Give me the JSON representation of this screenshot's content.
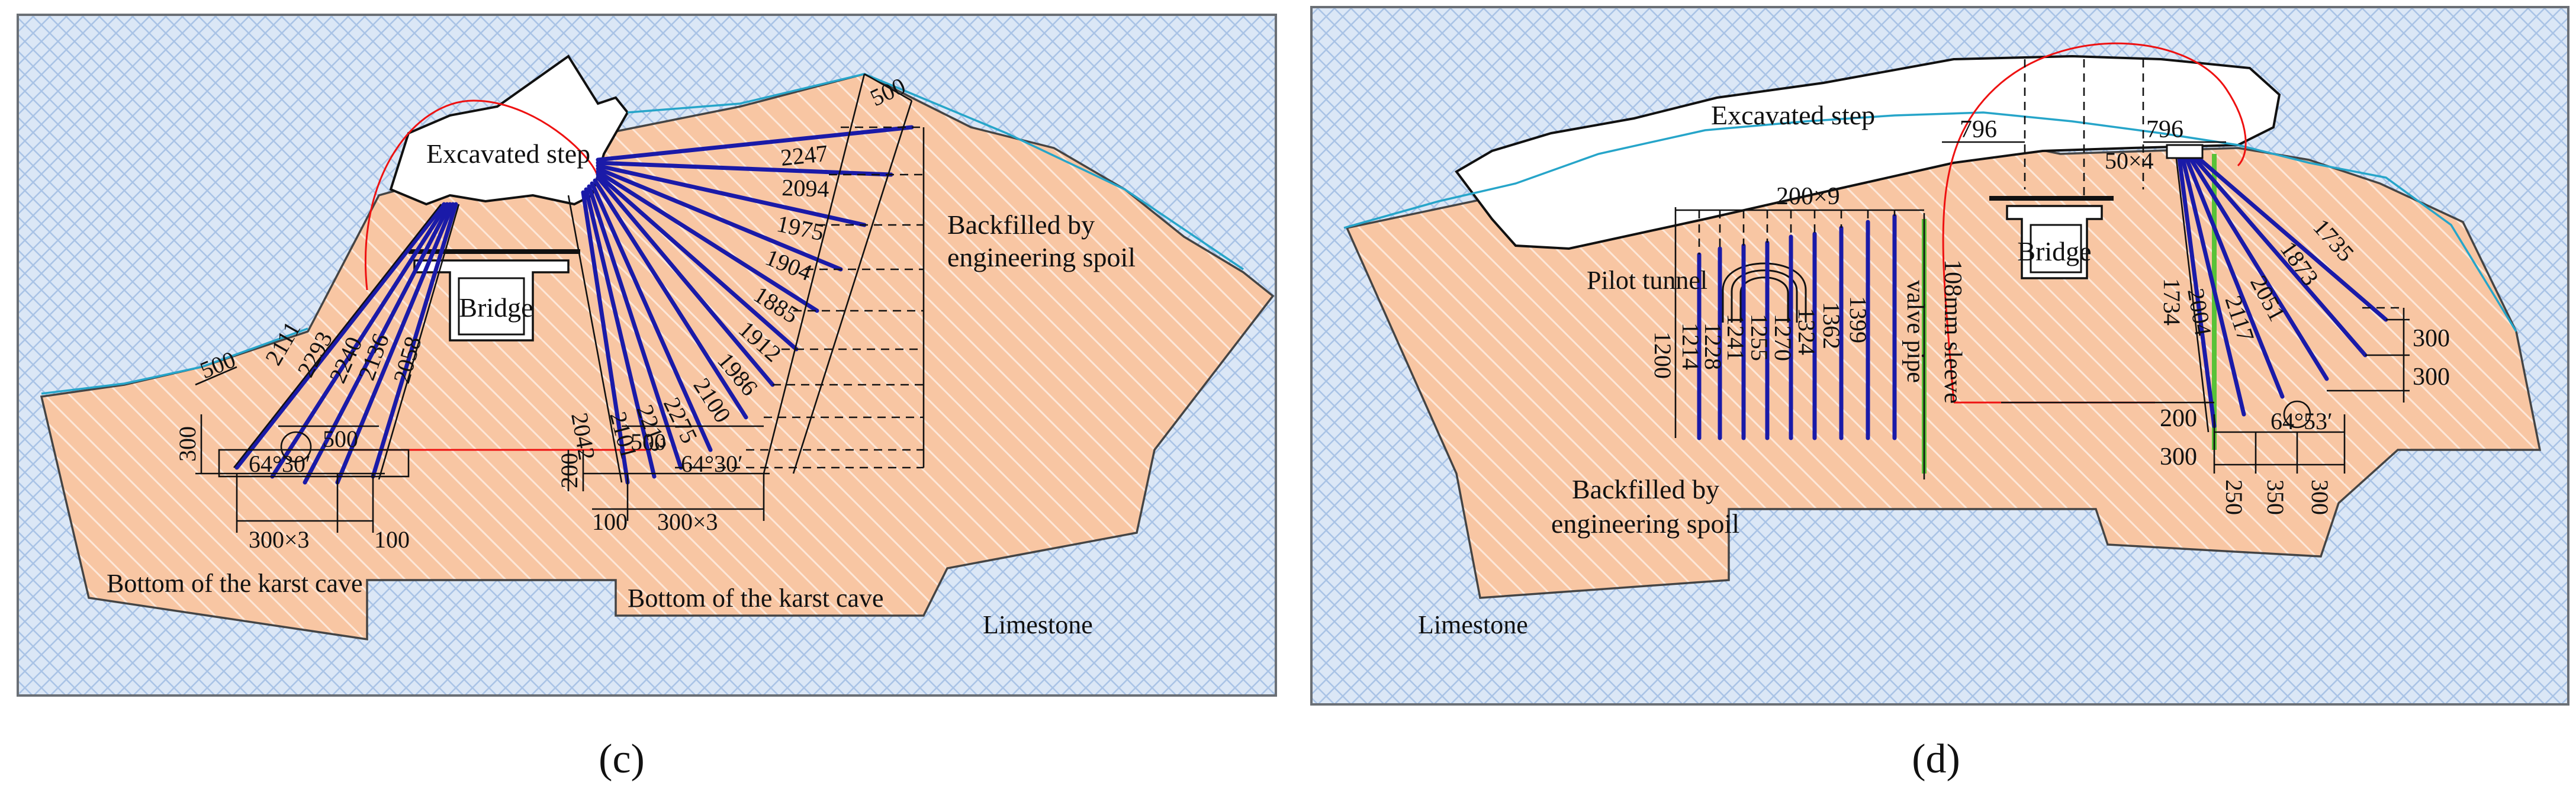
{
  "panels": {
    "c": {
      "caption": "(c)",
      "labels": {
        "excavated_step": "Excavated step",
        "bridge": "Bridge",
        "backfilled_line1": "Backfilled by",
        "backfilled_line2": "engineering spoil",
        "bottom_left": "Bottom of the karst cave",
        "bottom_right": "Bottom of the karst cave",
        "limestone": "Limestone"
      },
      "right_fan_lengths": [
        "2247",
        "2094",
        "1975",
        "1904",
        "1885",
        "1912",
        "1986",
        "2100",
        "2275",
        "2213",
        "2101",
        "2042"
      ],
      "left_fan_lengths": [
        "2111",
        "2293",
        "2240",
        "2136",
        "2058"
      ],
      "dims": {
        "top_500": "500",
        "left_500": "500",
        "left_300": "300",
        "left_500b": "500",
        "left_angle": "64°30′",
        "left_300x3": "300×3",
        "left_100": "100",
        "right_200": "200",
        "right_500": "500",
        "right_angle": "64°30′",
        "right_100": "100",
        "right_300x3": "300×3"
      }
    },
    "d": {
      "caption": "(d)",
      "labels": {
        "excavated_step": "Excavated step",
        "bridge": "Bridge",
        "pilot_tunnel": "Pilot tunnel",
        "valve_pipe": "valve pipe",
        "sleeve": "108mm sleeve",
        "backfilled_line1": "Backfilled by",
        "backfilled_line2": "engineering spoil",
        "limestone": "Limestone"
      },
      "vertical_lengths": [
        "1200",
        "1214",
        "1228",
        "1241",
        "1255",
        "1270",
        "1324",
        "1362",
        "1399"
      ],
      "right_fan_lengths": [
        "1734",
        "2004",
        "2117",
        "2051",
        "1873",
        "1735"
      ],
      "dims": {
        "spacing": "200×9",
        "d796_left": "796",
        "d796_right": "796",
        "d50x4": "50×4",
        "d300a": "300",
        "d300b": "300",
        "d200": "200",
        "d300c": "300",
        "angle": "64°53′",
        "d250": "250",
        "d350": "350",
        "d300d": "300"
      }
    }
  },
  "colors": {
    "bolt": "#1a1aa8",
    "spoil_fill": "#f9c9a8",
    "limestone_fill": "#d9e6f5",
    "pipe": "#58c238",
    "red_line": "#e11111",
    "cyan_line": "#26a5c9"
  }
}
